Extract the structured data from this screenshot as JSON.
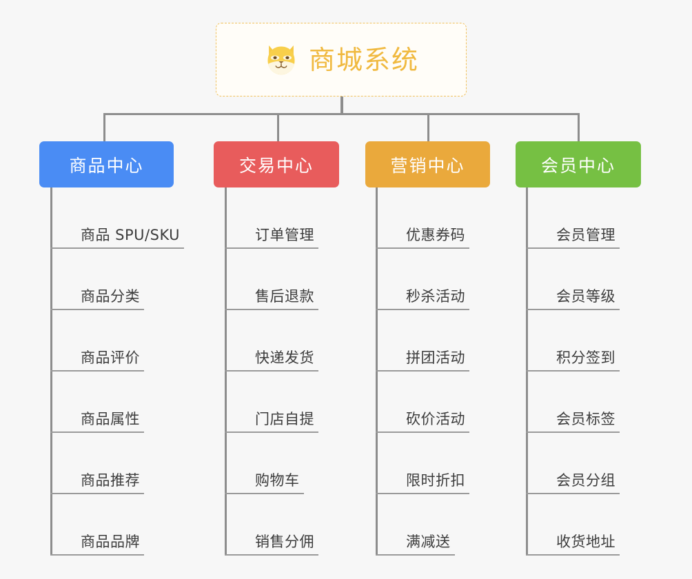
{
  "page": {
    "background_color": "#f7f7f7",
    "title": "商城系统",
    "type": "mind-map"
  },
  "root": {
    "label": "商城系统",
    "icon": "shiba-dog-icon",
    "text_color": "#f0b93f",
    "border_color": "#f0c05a",
    "background_color": "#fffdf8"
  },
  "connector_color": "#8d8d8d",
  "branches": [
    {
      "label": "商品中心",
      "color": "#4a8cf4",
      "items": [
        {
          "label": "商品 SPU/SKU"
        },
        {
          "label": "商品分类"
        },
        {
          "label": "商品评价"
        },
        {
          "label": "商品属性"
        },
        {
          "label": "商品推荐"
        },
        {
          "label": "商品品牌"
        }
      ]
    },
    {
      "label": "交易中心",
      "color": "#e85c5c",
      "items": [
        {
          "label": "订单管理"
        },
        {
          "label": "售后退款"
        },
        {
          "label": "快递发货"
        },
        {
          "label": "门店自提"
        },
        {
          "label": "购物车"
        },
        {
          "label": "销售分佣"
        }
      ]
    },
    {
      "label": "营销中心",
      "color": "#eaa93c",
      "items": [
        {
          "label": "优惠券码"
        },
        {
          "label": "秒杀活动"
        },
        {
          "label": "拼团活动"
        },
        {
          "label": "砍价活动"
        },
        {
          "label": "限时折扣"
        },
        {
          "label": "满减送"
        }
      ]
    },
    {
      "label": "会员中心",
      "color": "#76c043",
      "items": [
        {
          "label": "会员管理"
        },
        {
          "label": "会员等级"
        },
        {
          "label": "积分签到"
        },
        {
          "label": "会员标签"
        },
        {
          "label": "会员分组"
        },
        {
          "label": "收货地址"
        }
      ]
    }
  ]
}
